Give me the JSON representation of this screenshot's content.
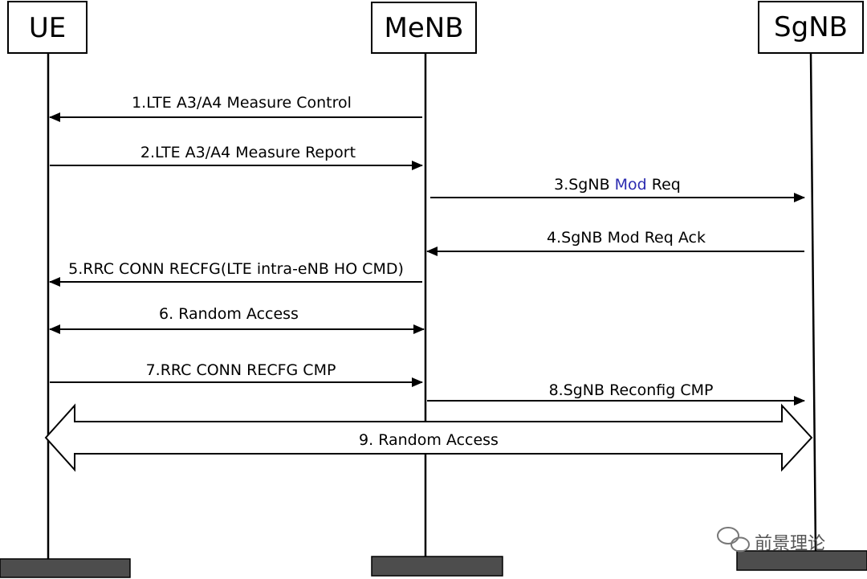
{
  "entities": {
    "ue": "UE",
    "menb": "MeNB",
    "sgnb": "SgNB"
  },
  "messages": {
    "m1": "1.LTE A3/A4 Measure Control",
    "m2": "2.LTE A3/A4 Measure Report",
    "m3_prefix": "3.SgNB ",
    "m3_highlight": "Mod",
    "m3_suffix": " Req",
    "m4": "4.SgNB Mod Req Ack",
    "m5": "5.RRC CONN RECFG(LTE intra-eNB HO CMD)",
    "m6": "6. Random Access",
    "m7": "7.RRC CONN RECFG CMP",
    "m8": "8.SgNB Reconfig CMP",
    "m9": "9. Random Access"
  },
  "watermark": {
    "text": "前景理论",
    "icon": "wechat-icon"
  },
  "colors": {
    "highlight": "#2b2bb0",
    "footer": "#4d4d4d"
  }
}
